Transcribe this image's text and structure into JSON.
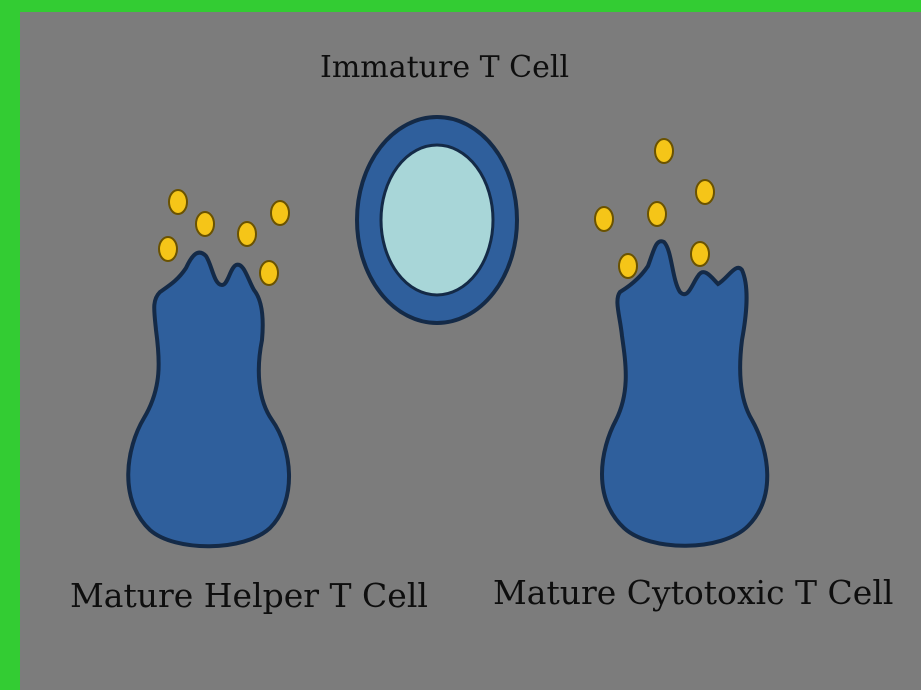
{
  "labels": {
    "immature": "Immature T Cell",
    "helper": "Mature Helper T Cell",
    "cytotoxic": "Mature Cytotoxic T Cell"
  },
  "colors": {
    "border": "#33cc33",
    "background": "#7c7c7c",
    "cell_body": "#2f5f9c",
    "cell_outline": "#142a47",
    "nucleus": "#a8d6d8",
    "granule": "#f5c518",
    "granule_outline": "#6a5200"
  }
}
